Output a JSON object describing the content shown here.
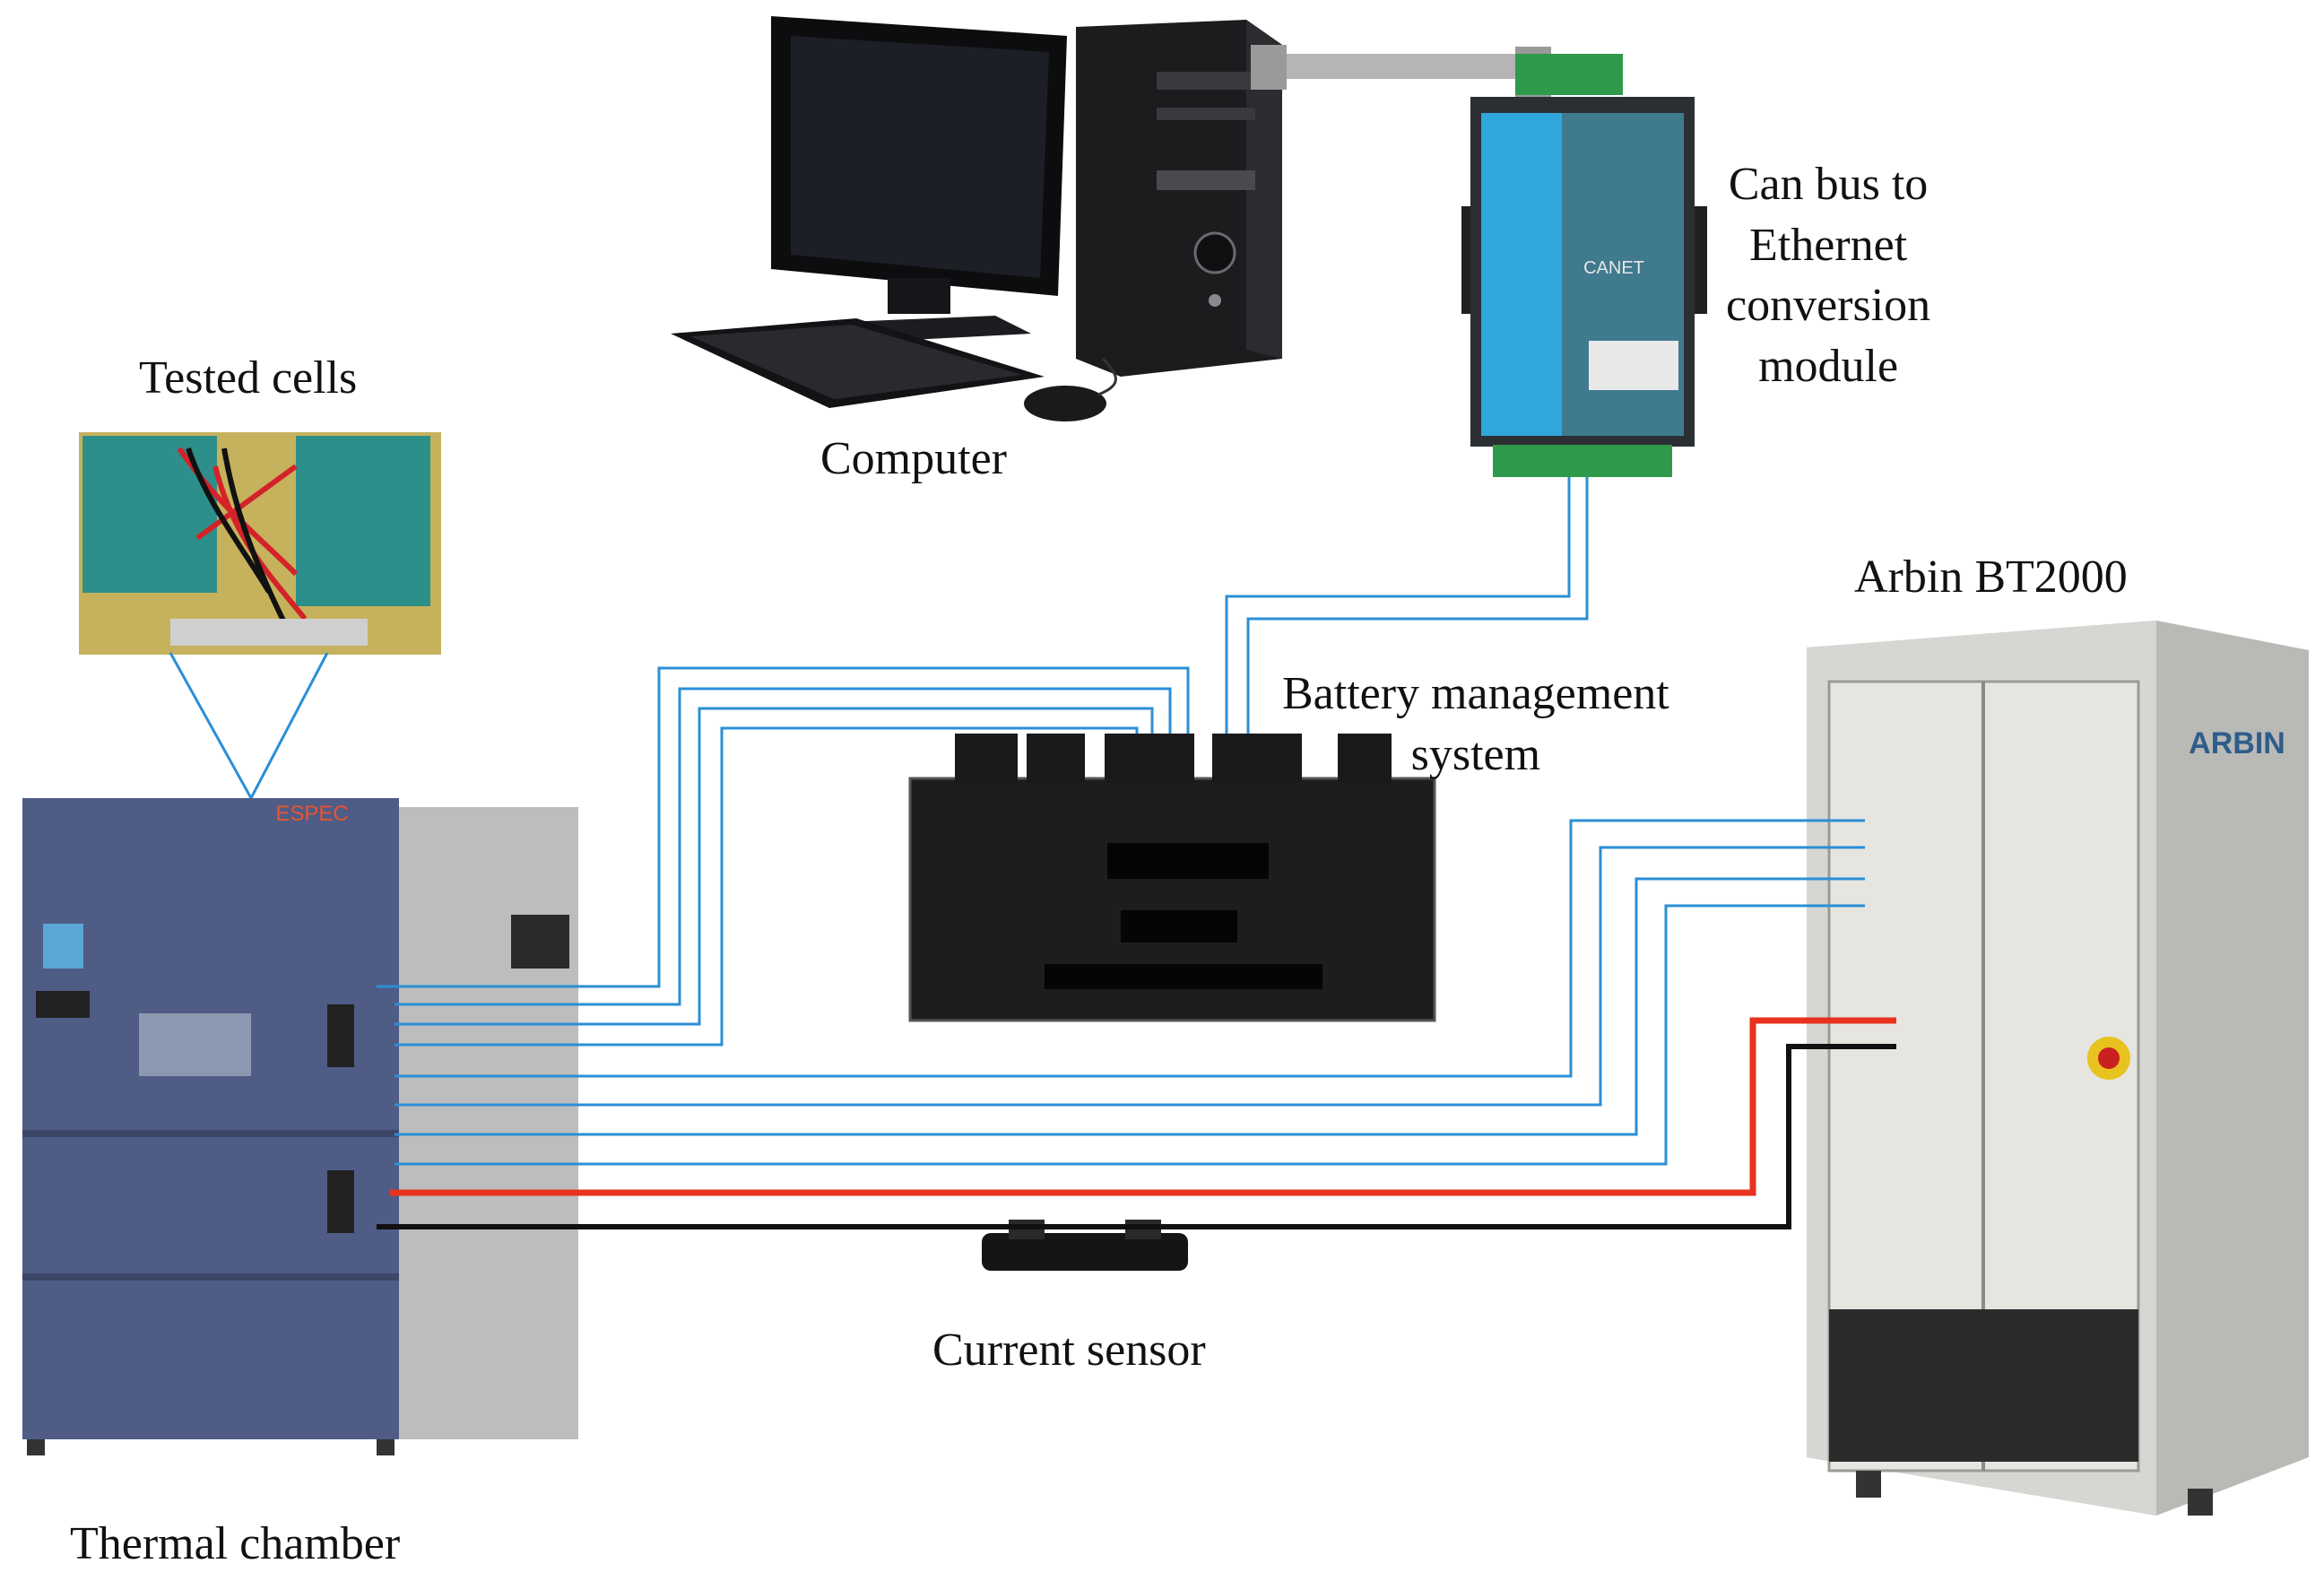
{
  "labels": {
    "computer": "Computer",
    "can_module": [
      "Can bus to",
      "Ethernet",
      "conversion",
      "module"
    ],
    "tested_cells": "Tested cells",
    "bms": [
      "Battery management",
      "system"
    ],
    "arbin": "Arbin BT2000",
    "current_sensor": "Current sensor",
    "thermal_chamber": "Thermal chamber"
  },
  "device_text": {
    "chamber_brand": "ESPEC",
    "cycler_brand": "ARBIN",
    "can_module_model": "CANET"
  },
  "colors": {
    "signal_wire": "#2b8fd6",
    "power_positive": "#e8321e",
    "power_negative": "#111111",
    "chamber_body": "#4f5c86",
    "cycler_body": "#c9c9c6",
    "can_module_blue": "#2fa6dc"
  }
}
